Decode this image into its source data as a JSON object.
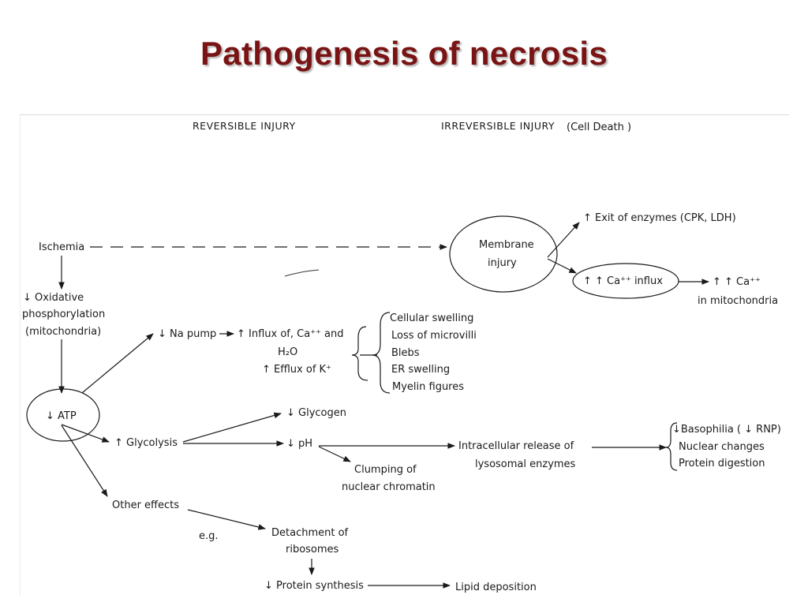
{
  "slide": {
    "title": "Pathogenesis of necrosis"
  },
  "diagram": {
    "headers": {
      "reversible": "REVERSIBLE INJURY",
      "irreversible": "IRREVERSIBLE INJURY",
      "irreversible_note": "(Cell Death )"
    },
    "nodes": {
      "ischemia": "Ischemia",
      "oxidative_1": "↓ Oxidative",
      "oxidative_2": "phosphorylation",
      "oxidative_3": "(mitochondria)",
      "atp": "↓ ATP",
      "na_pump": "↓ Na pump",
      "influx_1": "↑ Influx of, Ca⁺⁺ and",
      "influx_2": "H₂O",
      "efflux": "↑ Efflux of K⁺",
      "swelling": [
        "Cellular swelling",
        "Loss of microvilli",
        "Blebs",
        "ER swelling",
        "Myelin figures"
      ],
      "glycolysis": "↑ Glycolysis",
      "glycogen": "↓ Glycogen",
      "ph": "↓ pH",
      "clumping_1": "Clumping of",
      "clumping_2": "nuclear chromatin",
      "release_1": "Intracellular release of",
      "release_2": "lysosomal enzymes",
      "outcomes": [
        "↓Basophilia ( ↓ RNP)",
        "Nuclear changes",
        "Protein digestion"
      ],
      "other_effects": "Other effects",
      "eg": "e.g.",
      "detachment_1": "Detachment of",
      "detachment_2": "ribosomes",
      "protein_synthesis": "↓ Protein synthesis",
      "lipid": "Lipid deposition",
      "membrane_1": "Membrane",
      "membrane_2": "injury",
      "enzymes_exit": "↑ Exit of enzymes (CPK, LDH)",
      "ca_influx": "↑ ↑ Ca⁺⁺ influx",
      "ca_mito_1": "↑ ↑ Ca⁺⁺",
      "ca_mito_2": "in mitochondria"
    }
  }
}
